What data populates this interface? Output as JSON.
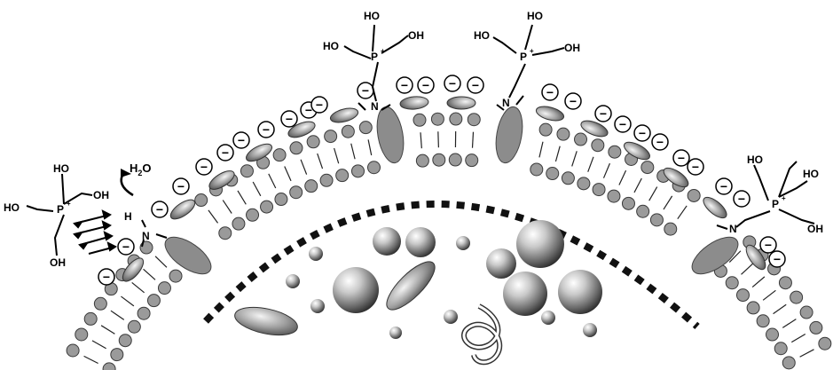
{
  "diagram": {
    "thp_group": {
      "phosphorus": "P",
      "charge": "+",
      "hydroxyl": "OH",
      "hydroxyl_left": "HO"
    },
    "amine": {
      "nitrogen": "N",
      "hydrogen": "H"
    },
    "water": {
      "formula": "H",
      "subscript": "2",
      "suffix": "O"
    },
    "negative_charge": "−",
    "colors": {
      "head_fill": "#9a9a9a",
      "tail_stroke": "#222222",
      "protein_fill": "#8c8c8c",
      "ellipse_fill": "#a8a8a8",
      "wall_dash": "#111111"
    }
  }
}
